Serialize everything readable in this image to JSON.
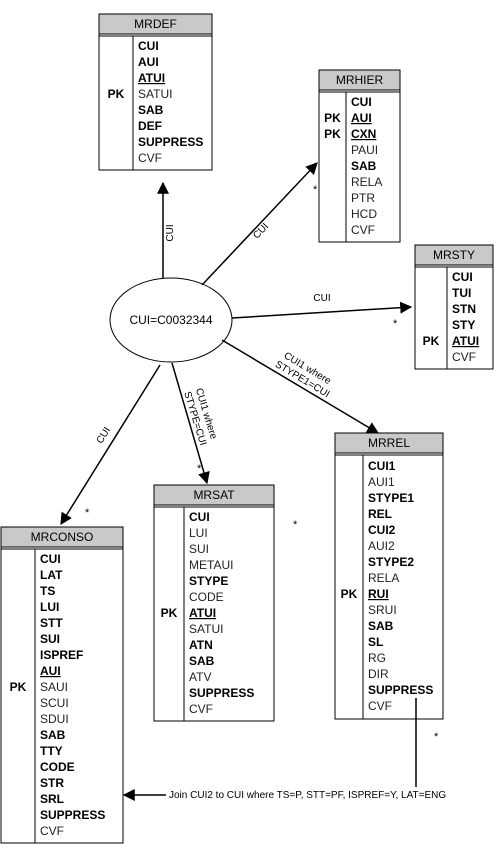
{
  "center": {
    "label": "CUI=C0032344"
  },
  "tables": {
    "mrdef": {
      "title": "MRDEF",
      "pk": [
        "PK"
      ],
      "fields": [
        {
          "name": "CUI",
          "bold": true
        },
        {
          "name": "AUI",
          "bold": true
        },
        {
          "name": "ATUI",
          "bold": true,
          "underline": true
        },
        {
          "name": "SATUI"
        },
        {
          "name": "SAB",
          "bold": true
        },
        {
          "name": "DEF",
          "bold": true
        },
        {
          "name": "SUPPRESS",
          "bold": true
        },
        {
          "name": "CVF"
        }
      ]
    },
    "mrhier": {
      "title": "MRHIER",
      "pk": [
        "PK",
        "PK"
      ],
      "fields": [
        {
          "name": "CUI",
          "bold": true
        },
        {
          "name": "AUI",
          "bold": true,
          "underline": true
        },
        {
          "name": "CXN",
          "bold": true,
          "underline": true
        },
        {
          "name": "PAUI"
        },
        {
          "name": "SAB",
          "bold": true
        },
        {
          "name": "RELA"
        },
        {
          "name": "PTR"
        },
        {
          "name": "HCD"
        },
        {
          "name": "CVF"
        }
      ]
    },
    "mrsty": {
      "title": "MRSTY",
      "pk": [
        "PK"
      ],
      "fields": [
        {
          "name": "CUI",
          "bold": true
        },
        {
          "name": "TUI",
          "bold": true
        },
        {
          "name": "STN",
          "bold": true
        },
        {
          "name": "STY",
          "bold": true
        },
        {
          "name": "ATUI",
          "bold": true,
          "underline": true
        },
        {
          "name": "CVF"
        }
      ]
    },
    "mrrel": {
      "title": "MRREL",
      "pk": [
        "PK"
      ],
      "fields": [
        {
          "name": "CUI1",
          "bold": true
        },
        {
          "name": "AUI1"
        },
        {
          "name": "STYPE1",
          "bold": true
        },
        {
          "name": "REL",
          "bold": true
        },
        {
          "name": "CUI2",
          "bold": true
        },
        {
          "name": "AUI2"
        },
        {
          "name": "STYPE2",
          "bold": true
        },
        {
          "name": "RELA"
        },
        {
          "name": "RUI",
          "bold": true,
          "underline": true
        },
        {
          "name": "SRUI"
        },
        {
          "name": "SAB",
          "bold": true
        },
        {
          "name": "SL",
          "bold": true
        },
        {
          "name": "RG"
        },
        {
          "name": "DIR"
        },
        {
          "name": "SUPPRESS",
          "bold": true
        },
        {
          "name": "CVF"
        }
      ]
    },
    "mrsat": {
      "title": "MRSAT",
      "pk": [
        "PK"
      ],
      "fields": [
        {
          "name": "CUI",
          "bold": true
        },
        {
          "name": "LUI"
        },
        {
          "name": "SUI"
        },
        {
          "name": "METAUI"
        },
        {
          "name": "STYPE",
          "bold": true
        },
        {
          "name": "CODE"
        },
        {
          "name": "ATUI",
          "bold": true,
          "underline": true
        },
        {
          "name": "SATUI"
        },
        {
          "name": "ATN",
          "bold": true
        },
        {
          "name": "SAB",
          "bold": true
        },
        {
          "name": "ATV"
        },
        {
          "name": "SUPPRESS",
          "bold": true
        },
        {
          "name": "CVF"
        }
      ]
    },
    "mrconso": {
      "title": "MRCONSO",
      "pk": [
        "PK"
      ],
      "fields": [
        {
          "name": "CUI",
          "bold": true
        },
        {
          "name": "LAT",
          "bold": true
        },
        {
          "name": "TS",
          "bold": true
        },
        {
          "name": "LUI",
          "bold": true
        },
        {
          "name": "STT",
          "bold": true
        },
        {
          "name": "SUI",
          "bold": true
        },
        {
          "name": "ISPREF",
          "bold": true
        },
        {
          "name": "AUI",
          "bold": true,
          "underline": true
        },
        {
          "name": "SAUI"
        },
        {
          "name": "SCUI"
        },
        {
          "name": "SDUI"
        },
        {
          "name": "SAB",
          "bold": true
        },
        {
          "name": "TTY",
          "bold": true
        },
        {
          "name": "CODE",
          "bold": true
        },
        {
          "name": "STR",
          "bold": true
        },
        {
          "name": "SRL",
          "bold": true
        },
        {
          "name": "SUPPRESS",
          "bold": true
        },
        {
          "name": "CVF"
        }
      ]
    }
  },
  "edges": {
    "to_mrdef": "CUI",
    "to_mrhier": "CUI",
    "to_mrsty": "CUI",
    "to_mrrel": [
      "CUI1 where",
      "STYPE1=CUI"
    ],
    "to_mrsat": [
      "CUI1 where",
      "STYPE=CUI"
    ],
    "to_mrconso": "CUI",
    "join": "Join CUI2 to CUI where TS=P, STT=PF, ISPREF=Y, LAT=ENG",
    "cardinality": "*"
  }
}
